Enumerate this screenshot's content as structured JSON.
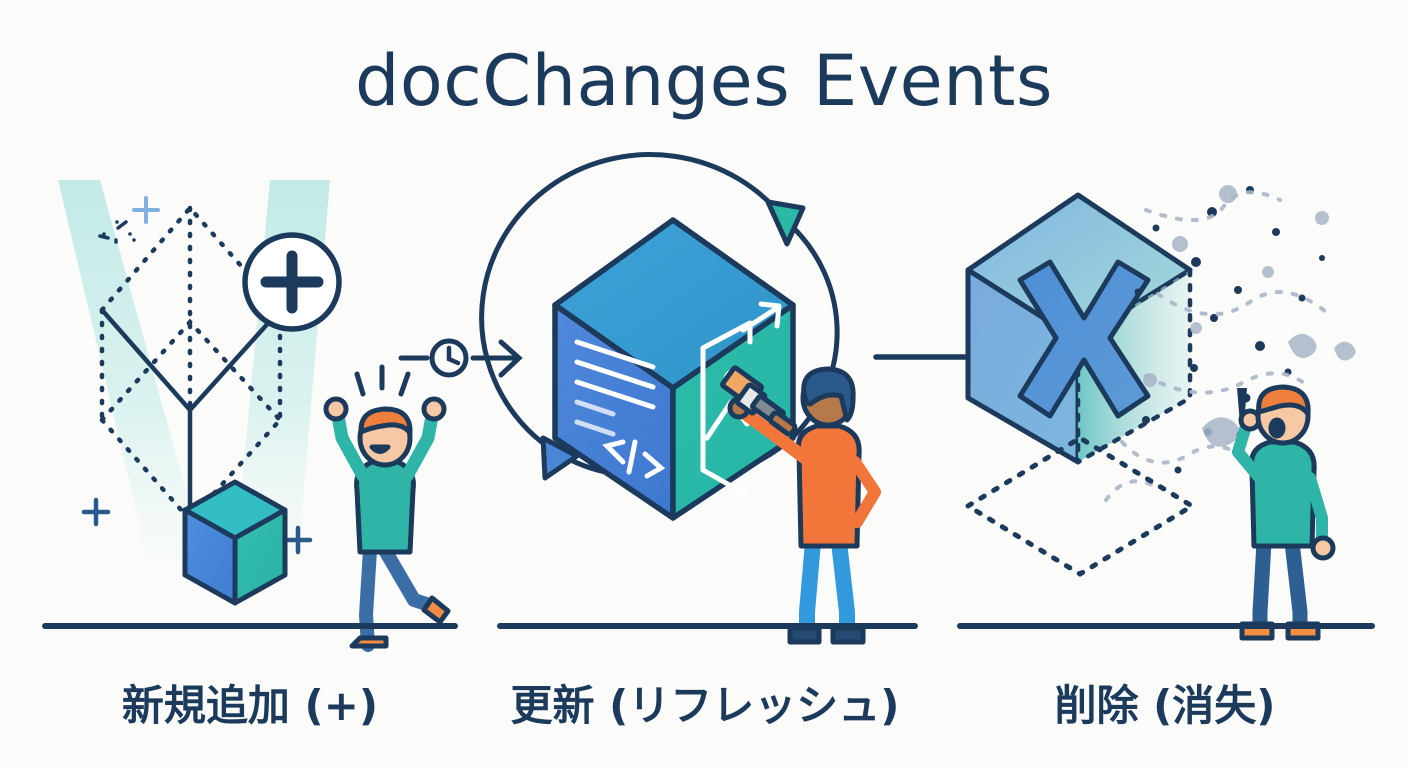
{
  "figure": {
    "title": "docChanges Events",
    "background_color": "#fbfbf9",
    "ink_color": "#1b3a5c"
  },
  "palette": {
    "navy": "#1b3a5c",
    "deep_navy": "#16304d",
    "beam_teal": "#c5eae8",
    "cube_blue": "#4a86d6",
    "cube_teal": "#2bb8a5",
    "cube_top_blue": "#3a9ed4",
    "skin": "#f6c9a4",
    "hair_orange": "#ef7f3c",
    "hair_navy": "#2a5a8c",
    "shirt_teal": "#2fb5a8",
    "shirt_orange": "#f2763a",
    "jeans_blue": "#3a6ea5",
    "jeans_light": "#3399dd",
    "shoe_orange": "#f28c42",
    "shoe_navy": "#274a72",
    "particle_gray": "#a9b6c8",
    "delete_blue": "#7fb0e0",
    "delete_teal": "#8fd6d2"
  },
  "panels": [
    {
      "id": "add",
      "caption": "新規追加 (+)",
      "badge_icon": "plus-circle-icon",
      "wireframe_label": "dotted-placeholder-cube",
      "solid_cube_label": "new-document-cube",
      "person_label": "celebrating-person",
      "sparkles": [
        "+",
        "+",
        "+"
      ],
      "beams": 2
    },
    {
      "id": "update",
      "caption": "更新 (リフレッシュ)",
      "cube_left_face_icon": "code-icon",
      "cube_right_face_icon": "image-icon",
      "refresh_icon": "circular-refresh-arrows-icon",
      "person_label": "painter-person",
      "tool_icon": "paintbrush-icon",
      "code_glyph": "</>",
      "text_lines": 5
    },
    {
      "id": "delete",
      "caption": "削除 (消失)",
      "cube_icon": "x-mark-icon",
      "placeholder_label": "dotted-empty-slot",
      "person_label": "surprised-person",
      "emphasis_glyph": "!",
      "dissolve_label": "dissolving-particles"
    }
  ],
  "connectors": [
    {
      "id": "arrow-1",
      "icon": "clock-icon",
      "label": "time-arrow"
    },
    {
      "id": "arrow-2",
      "icon": "arrow-right-icon",
      "label": "plain-arrow"
    }
  ]
}
